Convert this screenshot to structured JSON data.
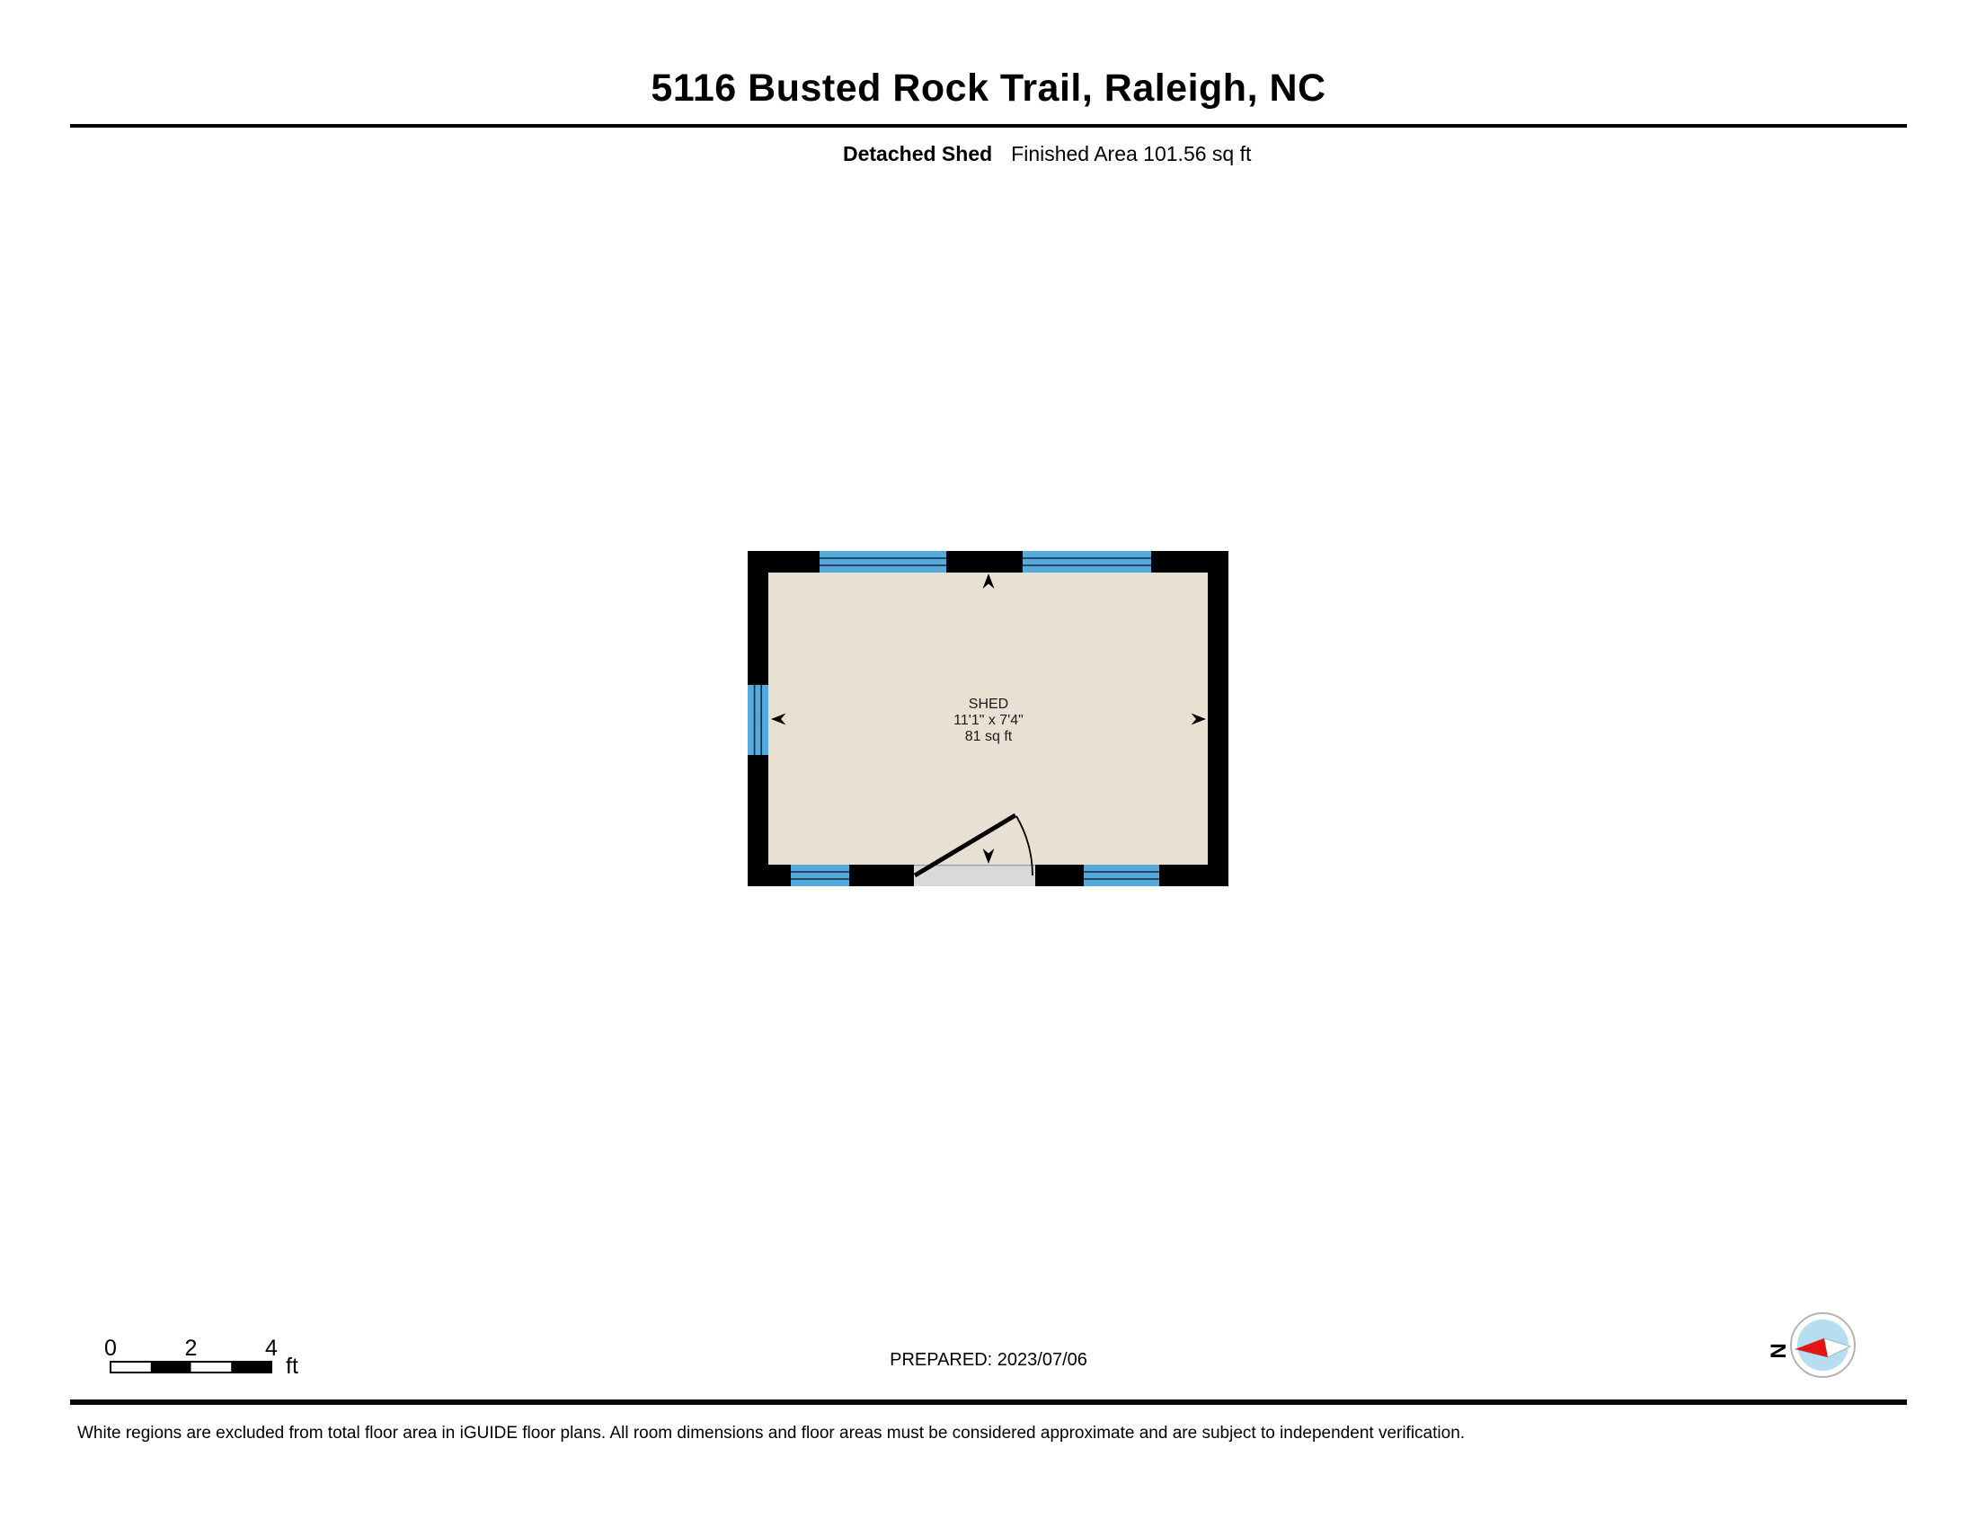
{
  "header": {
    "title": "5116 Busted Rock Trail, Raleigh, NC",
    "floor_label": "Detached Shed",
    "area_label": "Finished Area 101.56 sq ft"
  },
  "floorplan": {
    "room": {
      "name": "SHED",
      "dimensions": "11'1\" x 7'4\"",
      "area": "81 sq ft"
    },
    "colors": {
      "wall": "#000000",
      "floor": "#E8E1D3",
      "window": "#56A9DC",
      "window_mullion": "#16293A",
      "door_opening": "#D9D9D9",
      "threshold_line": "#999999"
    }
  },
  "scale_bar": {
    "ticks": [
      "0",
      "2",
      "4"
    ],
    "unit": "ft"
  },
  "footer": {
    "prepared": "PREPARED: 2023/07/06",
    "compass_label": "N",
    "compass_colors": {
      "face": "#B7DDF1",
      "north_needle": "#E21414",
      "ring": "#B4B4B4"
    },
    "disclaimer": "White regions are excluded from total floor area in iGUIDE floor plans. All room dimensions and floor areas must be considered approximate and are subject to independent verification."
  }
}
